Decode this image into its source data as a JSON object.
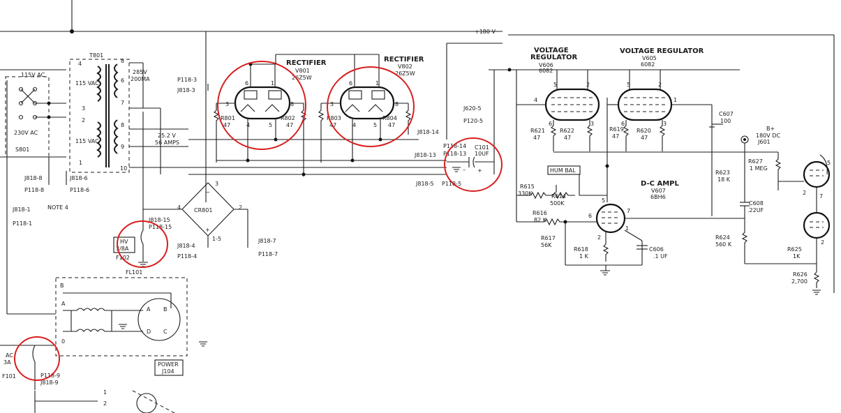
{
  "rails": {
    "b180": "+180 V"
  },
  "transformer": {
    "ref": "T801",
    "pins_primary": [
      "4",
      "3",
      "2",
      "1"
    ],
    "pins_secondary": [
      "8",
      "6",
      "7",
      "8",
      "9",
      "10"
    ],
    "hv": "285 V\n200MA",
    "fil": "25.2 V\n56 AMPS"
  },
  "input": {
    "ac115": "115V AC",
    "ac230": "230V AC",
    "vac1": "115\nVAC",
    "vac2": "115\nVAC",
    "switch": "S801",
    "note": "NOTE 4",
    "j8188": "J818-8",
    "p1188": "P118-8",
    "j8186": "J818-6",
    "p1186": "P118-6",
    "j8181": "J818-1",
    "p1181": "P118-1"
  },
  "conn_left": {
    "p1183": "P118-3",
    "j8183": "J818-3",
    "j81815": "J818-15",
    "p11815": "P118-15",
    "j8184": "J818-4",
    "p1184": "P118-4",
    "j8187": "J818-7",
    "p1187": "P118-7",
    "p1189": "P118-9",
    "j8189": "J818-9",
    "j81814": "J818-14",
    "j81813": "J818-13",
    "j8185": "J818-5",
    "p11814": "P118-14",
    "p11813": "P118-13",
    "p1185": "P118-5",
    "j6205": "J620-5",
    "p1205": "P120-5"
  },
  "fuses": {
    "hv": "HV\n3/8A",
    "hv_ref": "F102",
    "ac": "AC\n3A",
    "ac_ref": "F101"
  },
  "bridge": {
    "ref": "CR801",
    "pin_top": "3",
    "pin_left": "4",
    "pin_right": "2",
    "pin_bot": "1-5"
  },
  "filter": {
    "ref": "FL101",
    "terms": [
      "A",
      "B",
      "C",
      "D",
      "0"
    ],
    "power": "POWER\nJ104"
  },
  "rectifiers": [
    {
      "title": "RECTIFIER",
      "ref": "V801",
      "type": "26Z5W",
      "pins": [
        "6",
        "1",
        "3",
        "8",
        "4",
        "5"
      ],
      "r_left": "R801\n47",
      "r_right": "R802\n47"
    },
    {
      "title": "RECTIFIER",
      "ref": "V802",
      "type": "26Z5W",
      "pins": [
        "6",
        "1",
        "3",
        "8",
        "4",
        "5"
      ],
      "r_left": "R803\n47",
      "r_right": "R804\n47"
    }
  ],
  "cap_c101": {
    "ref": "C101\n10UF",
    "plus": "+",
    "minus": "–"
  },
  "regulators": [
    {
      "title": "VOLTAGE\nREGULATOR",
      "ref": "V606",
      "type": "6082",
      "pins": [
        "5",
        "2",
        "4",
        "6",
        "3"
      ],
      "r1": "R621\n47",
      "r2": "R622\n47"
    },
    {
      "title": "VOLTAGE REGULATOR",
      "ref": "V605",
      "type": "6082",
      "pins": [
        "5",
        "2",
        "1",
        "6",
        "3"
      ],
      "r1": "R619\n47",
      "r2": "R620\n47"
    }
  ],
  "right_parts": {
    "c607": "C607\n100",
    "bplus": "B+\n180V DC\nJ601",
    "r627": "R627\n1 MEG",
    "c608": "C608\n.22UF",
    "r623": "R623\n18 K",
    "r624": "R624\n560 K",
    "r625": "R625\n1K",
    "r626": "R626\n2,700",
    "hum": "HUM BAL",
    "r615": "R615\n330K",
    "r614": "R614\n500K",
    "r616": "R616\n82 K",
    "r617": "R617\n56K",
    "r618": "R618\n1 K",
    "c606": "C606\n.1 UF",
    "amp_title": "D-C AMPL",
    "amp_ref": "V607",
    "amp_type": "6BH6",
    "amp_pins": [
      "5",
      "7",
      "6",
      "2",
      "1"
    ],
    "tube_pins_right": [
      "5",
      "2",
      "7",
      "2"
    ]
  },
  "misc": {
    "switch_pins": [
      "1",
      "2"
    ]
  }
}
